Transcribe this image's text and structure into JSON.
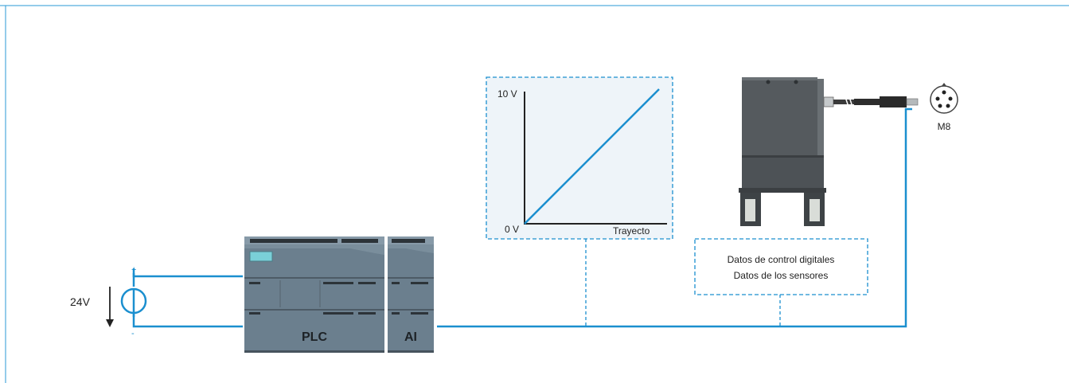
{
  "power_supply": {
    "voltage_label": "24V",
    "plus_label": "+",
    "minus_label": "-"
  },
  "plc": {
    "label": "PLC"
  },
  "ai_module": {
    "label": "AI"
  },
  "graph": {
    "y_max_label": "10 V",
    "y_min_label": "0 V",
    "x_label": "Trayecto"
  },
  "signals_box": {
    "line1": "Datos de control digitales",
    "line2": "Datos de los sensores"
  },
  "connector": {
    "label": "M8"
  },
  "colors": {
    "wire": "#1b8fcf",
    "device_body": "#6b7f8e",
    "device_dark": "#46535d",
    "sensor_body": "#555a5e",
    "frame_border": "#2a9ad6"
  }
}
